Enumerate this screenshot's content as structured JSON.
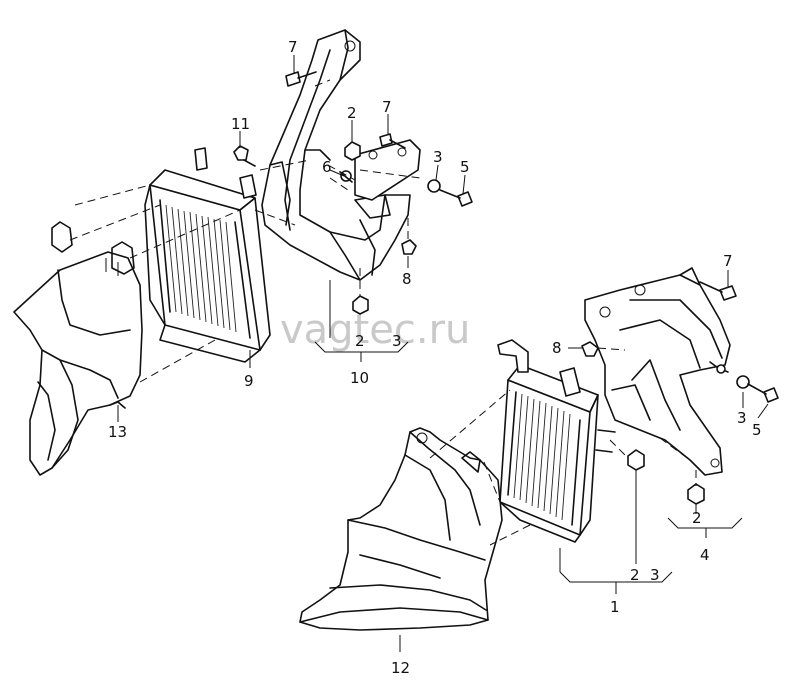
{
  "watermark": "vagtec.ru",
  "callouts": {
    "c1": "1",
    "c2a": "2",
    "c2b": "2",
    "c2c": "2",
    "c2d": "2",
    "c3a": "3",
    "c3b": "3",
    "c3c": "3",
    "c3d": "3",
    "c4": "4",
    "c5a": "5",
    "c5b": "5",
    "c6": "6",
    "c7a": "7",
    "c7b": "7",
    "c7c": "7",
    "c8a": "8",
    "c8b": "8",
    "c9": "9",
    "c10": "10",
    "c11": "11",
    "c12": "12",
    "c13": "13"
  },
  "colors": {
    "line": "#111111",
    "background": "#ffffff",
    "watermark": "#c9c9c9"
  }
}
